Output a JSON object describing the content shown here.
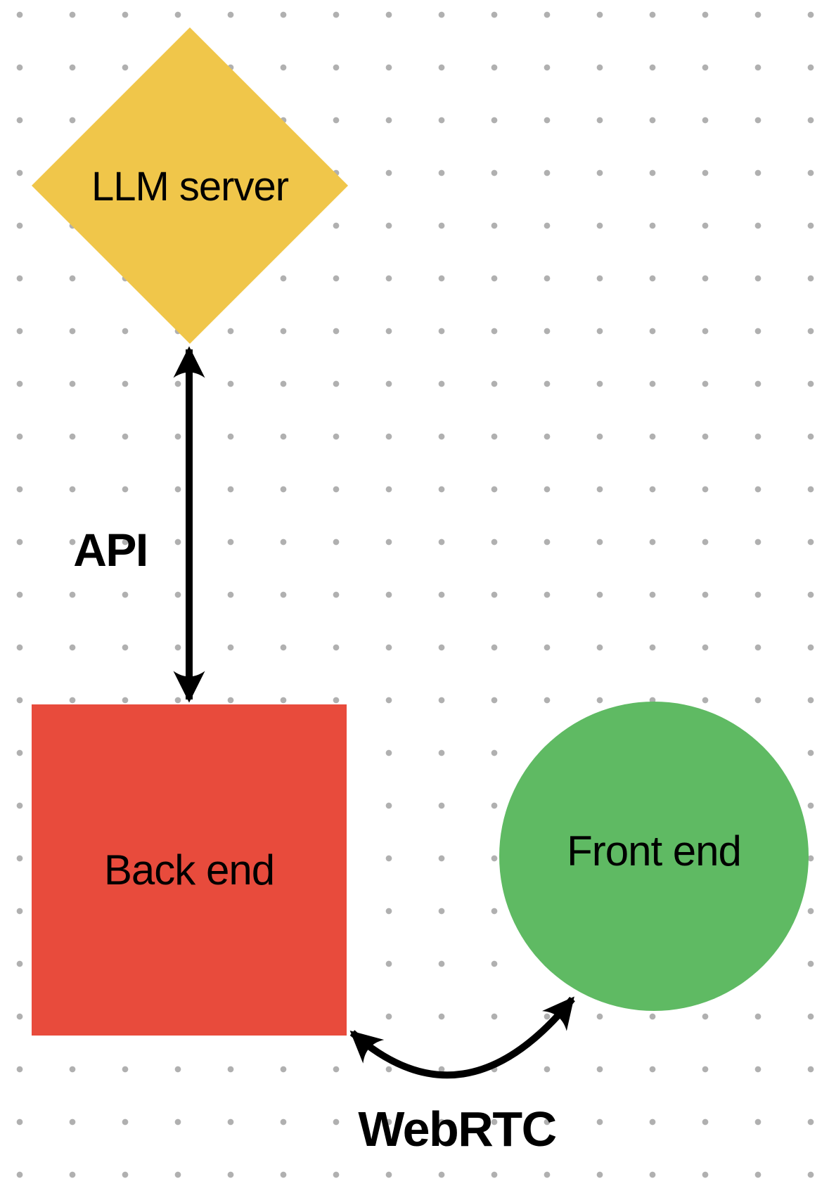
{
  "canvas": {
    "background_color": "#ffffff",
    "dot_grid_color": "#b0b0b0"
  },
  "nodes": [
    {
      "id": "llm-server",
      "shape": "diamond",
      "label": "LLM server",
      "fill": "#f0c64a",
      "text_color": "#000000"
    },
    {
      "id": "back-end",
      "shape": "square",
      "label": "Back end",
      "fill": "#e84b3c",
      "text_color": "#000000"
    },
    {
      "id": "front-end",
      "shape": "circle",
      "label": "Front end",
      "fill": "#5fba63",
      "text_color": "#000000"
    }
  ],
  "edges": [
    {
      "id": "api",
      "label": "API",
      "style": "straight",
      "arrowheads": "both",
      "stroke": "#000000",
      "connects": [
        "llm-server",
        "back-end"
      ]
    },
    {
      "id": "webrtc",
      "label": "WebRTC",
      "style": "curved",
      "arrowheads": "both",
      "stroke": "#000000",
      "connects": [
        "back-end",
        "front-end"
      ]
    }
  ]
}
